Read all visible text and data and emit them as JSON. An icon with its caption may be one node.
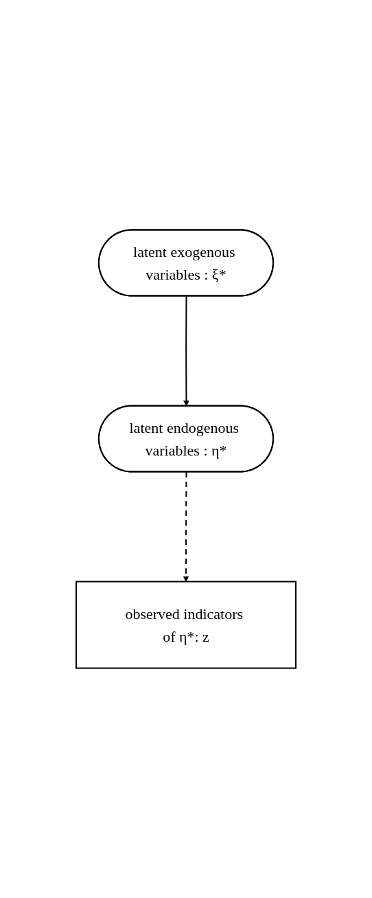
{
  "diagram": {
    "nodes": [
      {
        "text": [
          "latent exogenous variables : ξ*"
        ]
      },
      {
        "text": [
          "latent endogenous variables : η*"
        ]
      },
      {
        "text": [
          "observed indicators of η*: z"
        ]
      }
    ],
    "edges": [
      {
        "from": 0,
        "to": 1,
        "arrow": "to"
      },
      {
        "from": 1,
        "to": 2,
        "arrow": "to",
        "style": "dashed"
      }
    ]
  }
}
